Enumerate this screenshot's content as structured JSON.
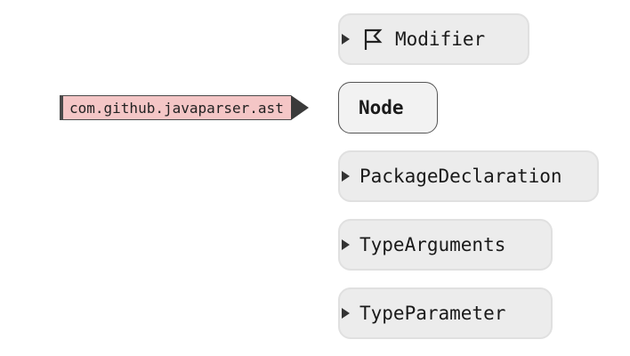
{
  "package": {
    "name": "com.github.javaparser.ast"
  },
  "current_node": {
    "label": "Node"
  },
  "nodes": [
    {
      "label": "Modifier",
      "icon": "flag-icon"
    },
    {
      "label": "PackageDeclaration"
    },
    {
      "label": "TypeArguments"
    },
    {
      "label": "TypeParameter"
    }
  ],
  "colors": {
    "package_bg": "#f4c6c6",
    "node_bg": "#ececec",
    "current_node_border": "#555555"
  }
}
